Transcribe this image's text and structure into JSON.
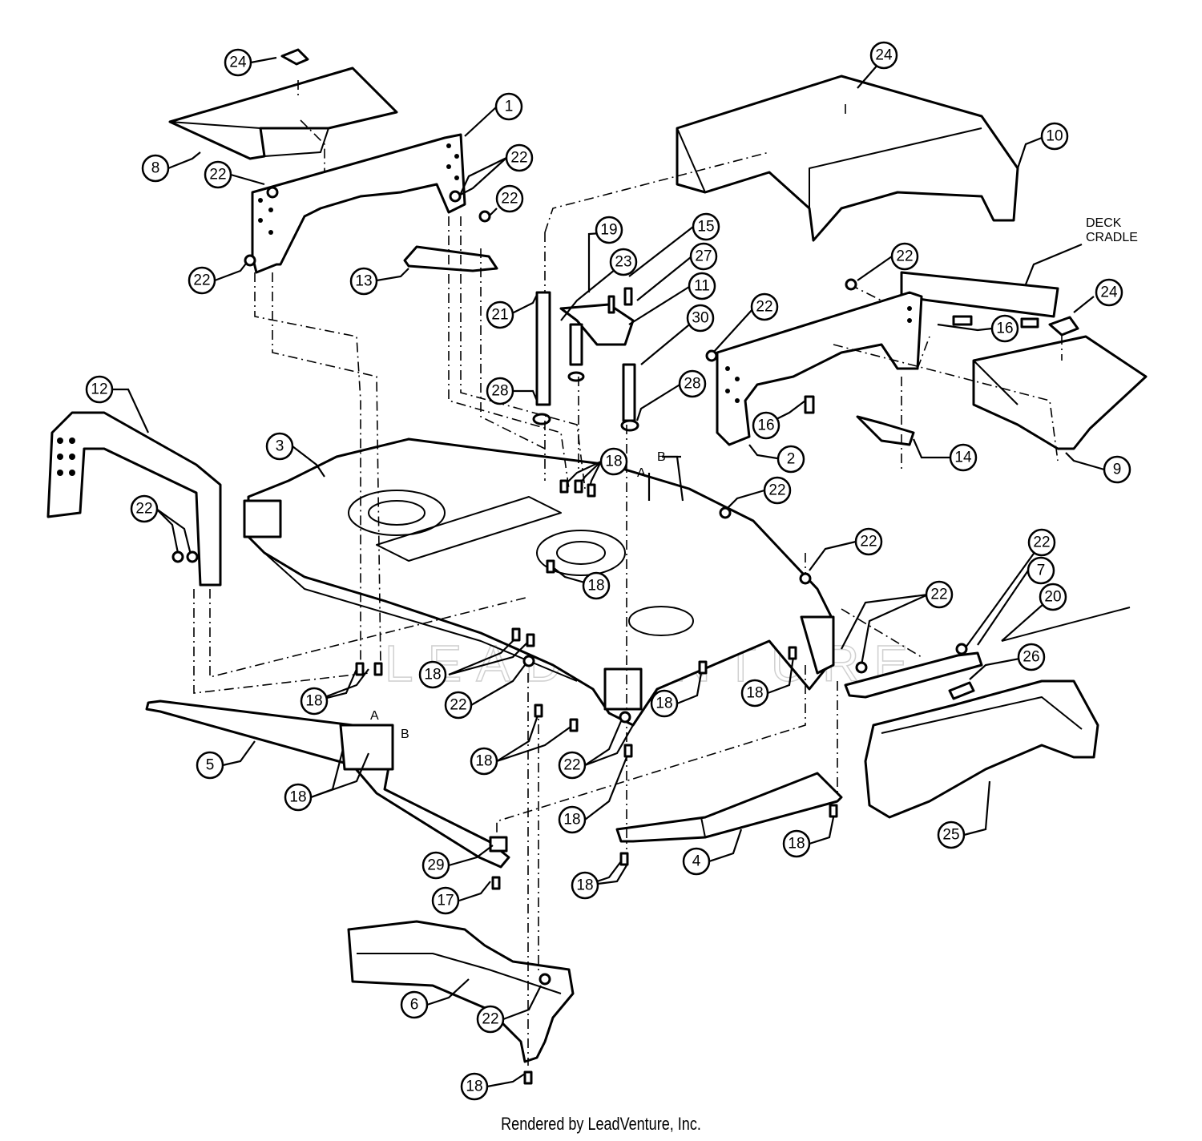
{
  "diagram": {
    "callouts": [
      "1",
      "2",
      "3",
      "4",
      "5",
      "6",
      "7",
      "8",
      "9",
      "10",
      "11",
      "12",
      "13",
      "14",
      "15",
      "16",
      "17",
      "18",
      "19",
      "20",
      "21",
      "22",
      "23",
      "24",
      "25",
      "26",
      "27",
      "28",
      "29",
      "30"
    ],
    "reference_letters": [
      "A",
      "B"
    ],
    "note_label_line1": "DECK",
    "note_label_line2": "CRADLE",
    "watermark": "LEADVENTURE"
  },
  "footer": {
    "credit": "Rendered by LeadVenture, Inc."
  }
}
